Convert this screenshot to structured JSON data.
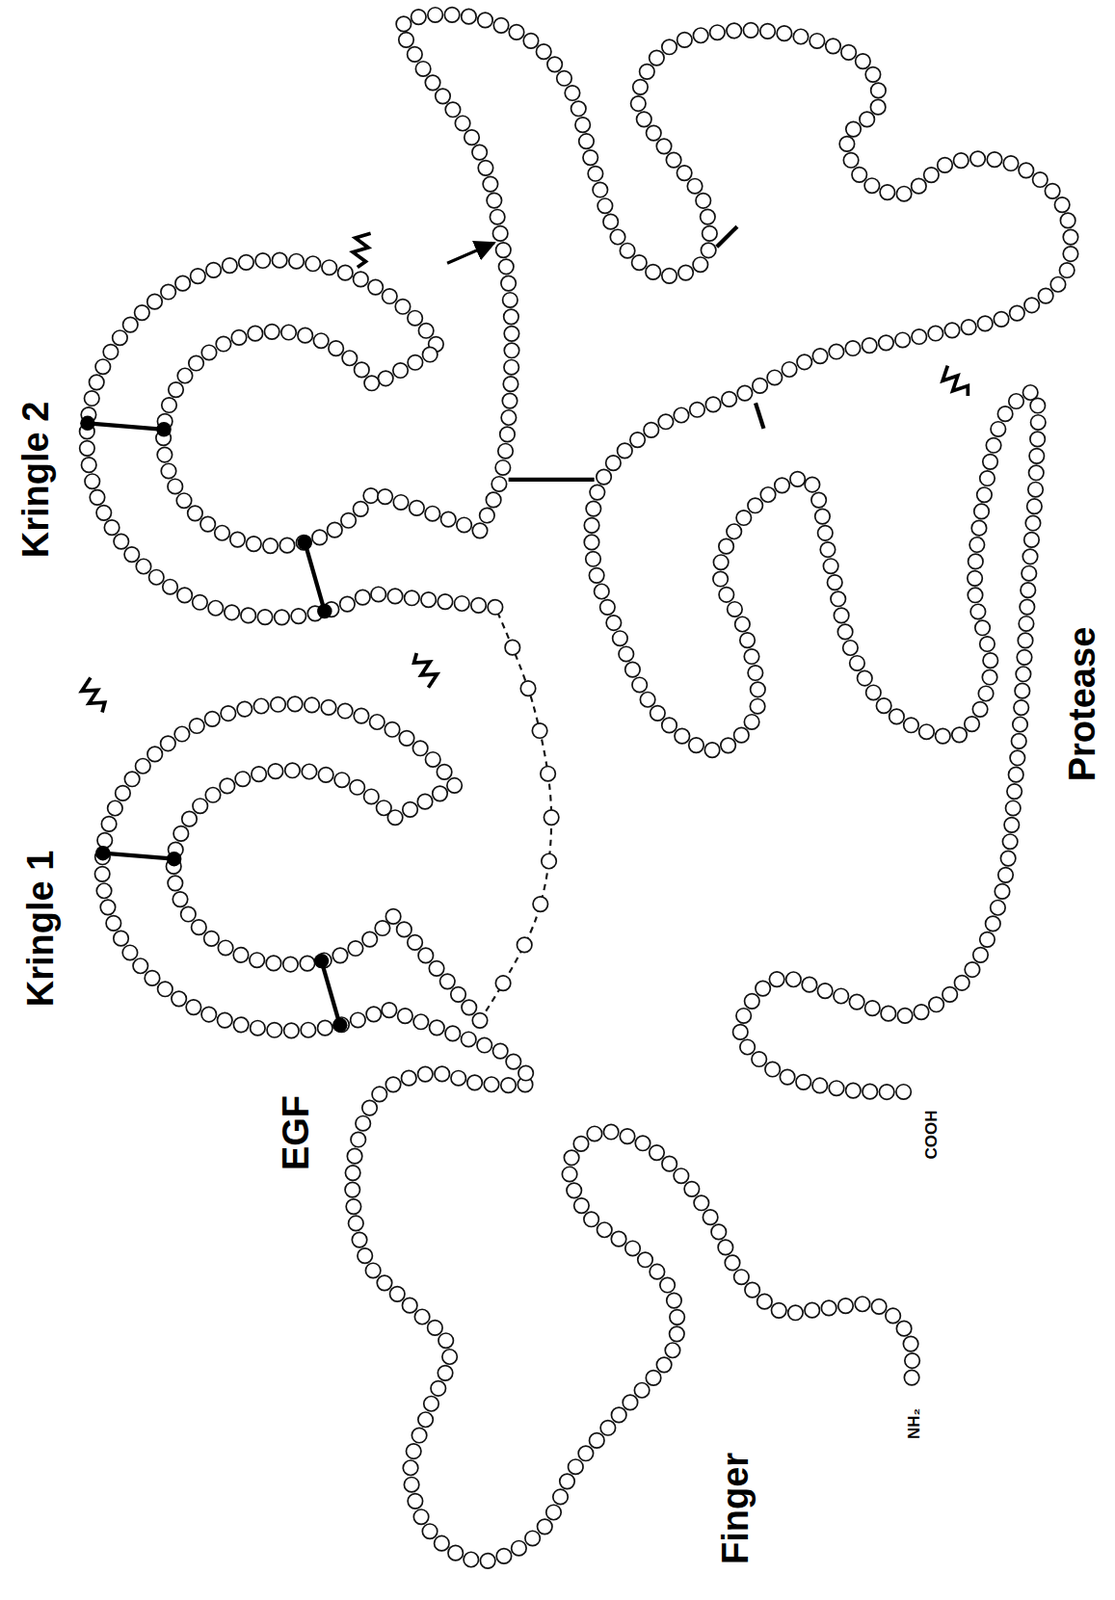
{
  "diagram": {
    "labels": [
      "Kringle 2",
      "Kringle 1",
      "EGF",
      "Finger",
      "Protease",
      "NH₂",
      "COOH"
    ]
  }
}
